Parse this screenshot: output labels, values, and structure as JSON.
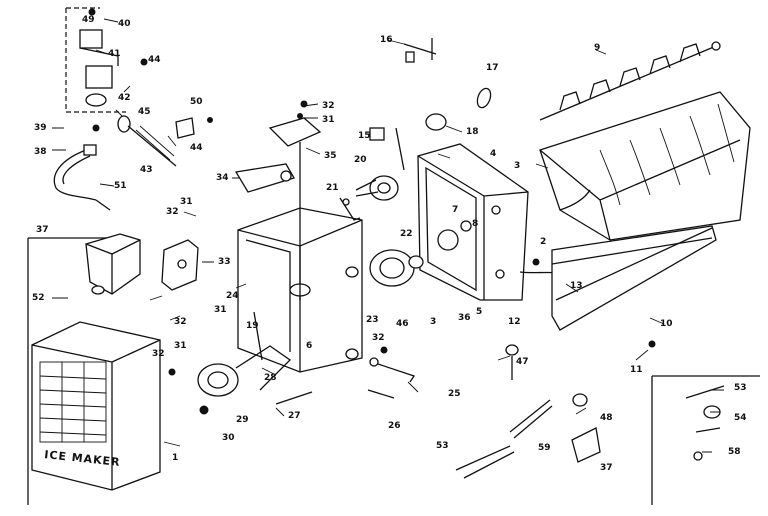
{
  "box_label": "ICE MAKER",
  "callouts": [
    {
      "id": "c49",
      "text": "49"
    },
    {
      "id": "c40",
      "text": "40"
    },
    {
      "id": "c41",
      "text": "41"
    },
    {
      "id": "c44a",
      "text": "44"
    },
    {
      "id": "c42",
      "text": "42"
    },
    {
      "id": "c45",
      "text": "45"
    },
    {
      "id": "c39",
      "text": "39"
    },
    {
      "id": "c38",
      "text": "38"
    },
    {
      "id": "c43",
      "text": "43"
    },
    {
      "id": "c50",
      "text": "50"
    },
    {
      "id": "c44b",
      "text": "44"
    },
    {
      "id": "c51",
      "text": "51"
    },
    {
      "id": "c37a",
      "text": "37"
    },
    {
      "id": "c52",
      "text": "52"
    },
    {
      "id": "c16",
      "text": "16"
    },
    {
      "id": "c32a",
      "text": "32"
    },
    {
      "id": "c31a",
      "text": "31"
    },
    {
      "id": "c35",
      "text": "35"
    },
    {
      "id": "c15",
      "text": "15"
    },
    {
      "id": "c20",
      "text": "20"
    },
    {
      "id": "c17",
      "text": "17"
    },
    {
      "id": "c18",
      "text": "18"
    },
    {
      "id": "c34",
      "text": "34"
    },
    {
      "id": "c31b",
      "text": "31"
    },
    {
      "id": "c32b",
      "text": "32"
    },
    {
      "id": "c21",
      "text": "21"
    },
    {
      "id": "c4",
      "text": "4"
    },
    {
      "id": "c3a",
      "text": "3"
    },
    {
      "id": "c9",
      "text": "9"
    },
    {
      "id": "c33",
      "text": "33"
    },
    {
      "id": "c24",
      "text": "24"
    },
    {
      "id": "c31c",
      "text": "31"
    },
    {
      "id": "c32c",
      "text": "32"
    },
    {
      "id": "c7",
      "text": "7"
    },
    {
      "id": "c8",
      "text": "8"
    },
    {
      "id": "c22",
      "text": "22"
    },
    {
      "id": "c23",
      "text": "23"
    },
    {
      "id": "c46a",
      "text": "46"
    },
    {
      "id": "c3b",
      "text": "3"
    },
    {
      "id": "c36",
      "text": "36"
    },
    {
      "id": "c5",
      "text": "5"
    },
    {
      "id": "c12",
      "text": "12"
    },
    {
      "id": "c2",
      "text": "2"
    },
    {
      "id": "c1",
      "text": "1"
    },
    {
      "id": "c13",
      "text": "13"
    },
    {
      "id": "c10",
      "text": "10"
    },
    {
      "id": "c11",
      "text": "11"
    },
    {
      "id": "c47",
      "text": "47"
    },
    {
      "id": "c32d",
      "text": "32"
    },
    {
      "id": "c31d",
      "text": "31"
    },
    {
      "id": "c19",
      "text": "19"
    },
    {
      "id": "c6",
      "text": "6"
    },
    {
      "id": "c28",
      "text": "28"
    },
    {
      "id": "c29",
      "text": "29"
    },
    {
      "id": "c30",
      "text": "30"
    },
    {
      "id": "c27",
      "text": "27"
    },
    {
      "id": "c32e",
      "text": "32"
    },
    {
      "id": "c25",
      "text": "25"
    },
    {
      "id": "c26",
      "text": "26"
    },
    {
      "id": "c48",
      "text": "48"
    },
    {
      "id": "c53a",
      "text": "53"
    },
    {
      "id": "c59",
      "text": "59"
    },
    {
      "id": "c37b",
      "text": "37"
    },
    {
      "id": "c53b",
      "text": "53"
    },
    {
      "id": "c54",
      "text": "54"
    },
    {
      "id": "c58",
      "text": "58"
    }
  ]
}
